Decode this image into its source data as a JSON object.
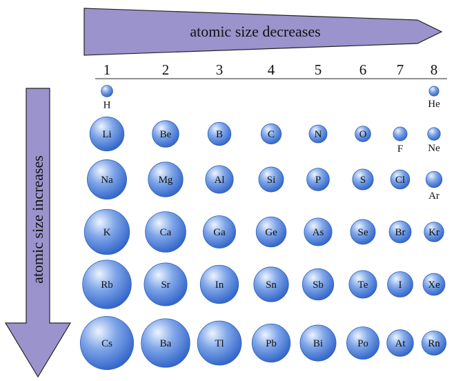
{
  "top_arrow": {
    "label": "atomic size decreases",
    "color": "#9b93cc"
  },
  "side_arrow": {
    "label": "atomic size increases",
    "color": "#9b93cc"
  },
  "groups": [
    "1",
    "2",
    "3",
    "4",
    "5",
    "6",
    "7",
    "8"
  ],
  "sphere_colors": {
    "highlight": "#eef4ff",
    "mid": "#7fa6e8",
    "edge": "#2f62c8"
  },
  "rows": [
    [
      {
        "symbol": "H",
        "group": 1,
        "relative_size": 0.2,
        "label_position": "below"
      },
      {
        "symbol": "He",
        "group": 8,
        "relative_size": 0.17,
        "label_position": "below"
      }
    ],
    [
      {
        "symbol": "Li",
        "group": 1,
        "relative_size": 0.59,
        "label_position": "inside"
      },
      {
        "symbol": "Be",
        "group": 2,
        "relative_size": 0.46,
        "label_position": "inside"
      },
      {
        "symbol": "B",
        "group": 3,
        "relative_size": 0.4,
        "label_position": "inside"
      },
      {
        "symbol": "C",
        "group": 4,
        "relative_size": 0.35,
        "label_position": "inside"
      },
      {
        "symbol": "N",
        "group": 5,
        "relative_size": 0.31,
        "label_position": "inside"
      },
      {
        "symbol": "O",
        "group": 6,
        "relative_size": 0.27,
        "label_position": "inside"
      },
      {
        "symbol": "F",
        "group": 7,
        "relative_size": 0.24,
        "label_position": "below"
      },
      {
        "symbol": "Ne",
        "group": 8,
        "relative_size": 0.22,
        "label_position": "below"
      }
    ],
    [
      {
        "symbol": "Na",
        "group": 1,
        "relative_size": 0.68,
        "label_position": "inside"
      },
      {
        "symbol": "Mg",
        "group": 2,
        "relative_size": 0.6,
        "label_position": "inside"
      },
      {
        "symbol": "Al",
        "group": 3,
        "relative_size": 0.48,
        "label_position": "inside"
      },
      {
        "symbol": "Si",
        "group": 4,
        "relative_size": 0.43,
        "label_position": "inside"
      },
      {
        "symbol": "P",
        "group": 5,
        "relative_size": 0.39,
        "label_position": "inside"
      },
      {
        "symbol": "S",
        "group": 6,
        "relative_size": 0.36,
        "label_position": "inside"
      },
      {
        "symbol": "Cl",
        "group": 7,
        "relative_size": 0.33,
        "label_position": "inside"
      },
      {
        "symbol": "Ar",
        "group": 8,
        "relative_size": 0.28,
        "label_position": "below"
      }
    ],
    [
      {
        "symbol": "K",
        "group": 1,
        "relative_size": 0.78,
        "label_position": "inside"
      },
      {
        "symbol": "Ca",
        "group": 2,
        "relative_size": 0.7,
        "label_position": "inside"
      },
      {
        "symbol": "Ga",
        "group": 3,
        "relative_size": 0.56,
        "label_position": "inside"
      },
      {
        "symbol": "Ge",
        "group": 4,
        "relative_size": 0.52,
        "label_position": "inside"
      },
      {
        "symbol": "As",
        "group": 5,
        "relative_size": 0.48,
        "label_position": "inside"
      },
      {
        "symbol": "Se",
        "group": 6,
        "relative_size": 0.43,
        "label_position": "inside"
      },
      {
        "symbol": "Br",
        "group": 7,
        "relative_size": 0.38,
        "label_position": "inside"
      },
      {
        "symbol": "Kr",
        "group": 8,
        "relative_size": 0.34,
        "label_position": "inside"
      }
    ],
    [
      {
        "symbol": "Rb",
        "group": 1,
        "relative_size": 0.84,
        "label_position": "inside"
      },
      {
        "symbol": "Sr",
        "group": 2,
        "relative_size": 0.74,
        "label_position": "inside"
      },
      {
        "symbol": "In",
        "group": 3,
        "relative_size": 0.66,
        "label_position": "inside"
      },
      {
        "symbol": "Sn",
        "group": 4,
        "relative_size": 0.6,
        "label_position": "inside"
      },
      {
        "symbol": "Sb",
        "group": 5,
        "relative_size": 0.54,
        "label_position": "inside"
      },
      {
        "symbol": "Te",
        "group": 6,
        "relative_size": 0.48,
        "label_position": "inside"
      },
      {
        "symbol": "I",
        "group": 7,
        "relative_size": 0.44,
        "label_position": "inside"
      },
      {
        "symbol": "Xe",
        "group": 8,
        "relative_size": 0.38,
        "label_position": "inside"
      }
    ],
    [
      {
        "symbol": "Cs",
        "group": 1,
        "relative_size": 0.92,
        "label_position": "inside"
      },
      {
        "symbol": "Ba",
        "group": 2,
        "relative_size": 0.84,
        "label_position": "inside"
      },
      {
        "symbol": "Tl",
        "group": 3,
        "relative_size": 0.76,
        "label_position": "inside"
      },
      {
        "symbol": "Pb",
        "group": 4,
        "relative_size": 0.66,
        "label_position": "inside"
      },
      {
        "symbol": "Bi",
        "group": 5,
        "relative_size": 0.62,
        "label_position": "inside"
      },
      {
        "symbol": "Po",
        "group": 6,
        "relative_size": 0.56,
        "label_position": "inside"
      },
      {
        "symbol": "At",
        "group": 7,
        "relative_size": 0.46,
        "label_position": "inside"
      },
      {
        "symbol": "Rn",
        "group": 8,
        "relative_size": 0.42,
        "label_position": "inside"
      }
    ]
  ]
}
